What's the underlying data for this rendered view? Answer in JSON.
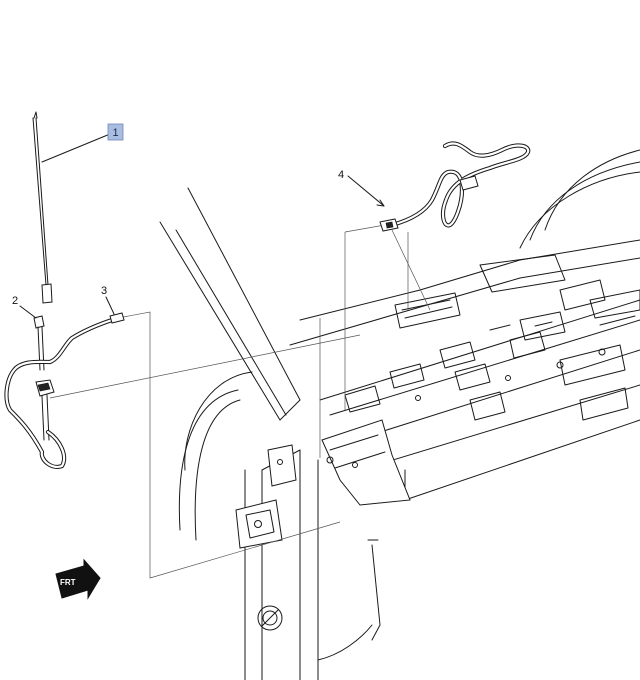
{
  "header": {
    "corner_text": ""
  },
  "callouts": [
    {
      "id": "1",
      "label": "1",
      "boxed": true,
      "accent": "#a9bde0"
    },
    {
      "id": "2",
      "label": "2",
      "boxed": false
    },
    {
      "id": "3",
      "label": "3",
      "boxed": false
    },
    {
      "id": "4",
      "label": "4",
      "boxed": false
    }
  ],
  "direction_indicator": {
    "label": "FRT",
    "icon": "forward-arrow-icon"
  },
  "colors": {
    "line": "#1a1a1a",
    "callout_box": "#a9bde0",
    "background": "#ffffff"
  }
}
